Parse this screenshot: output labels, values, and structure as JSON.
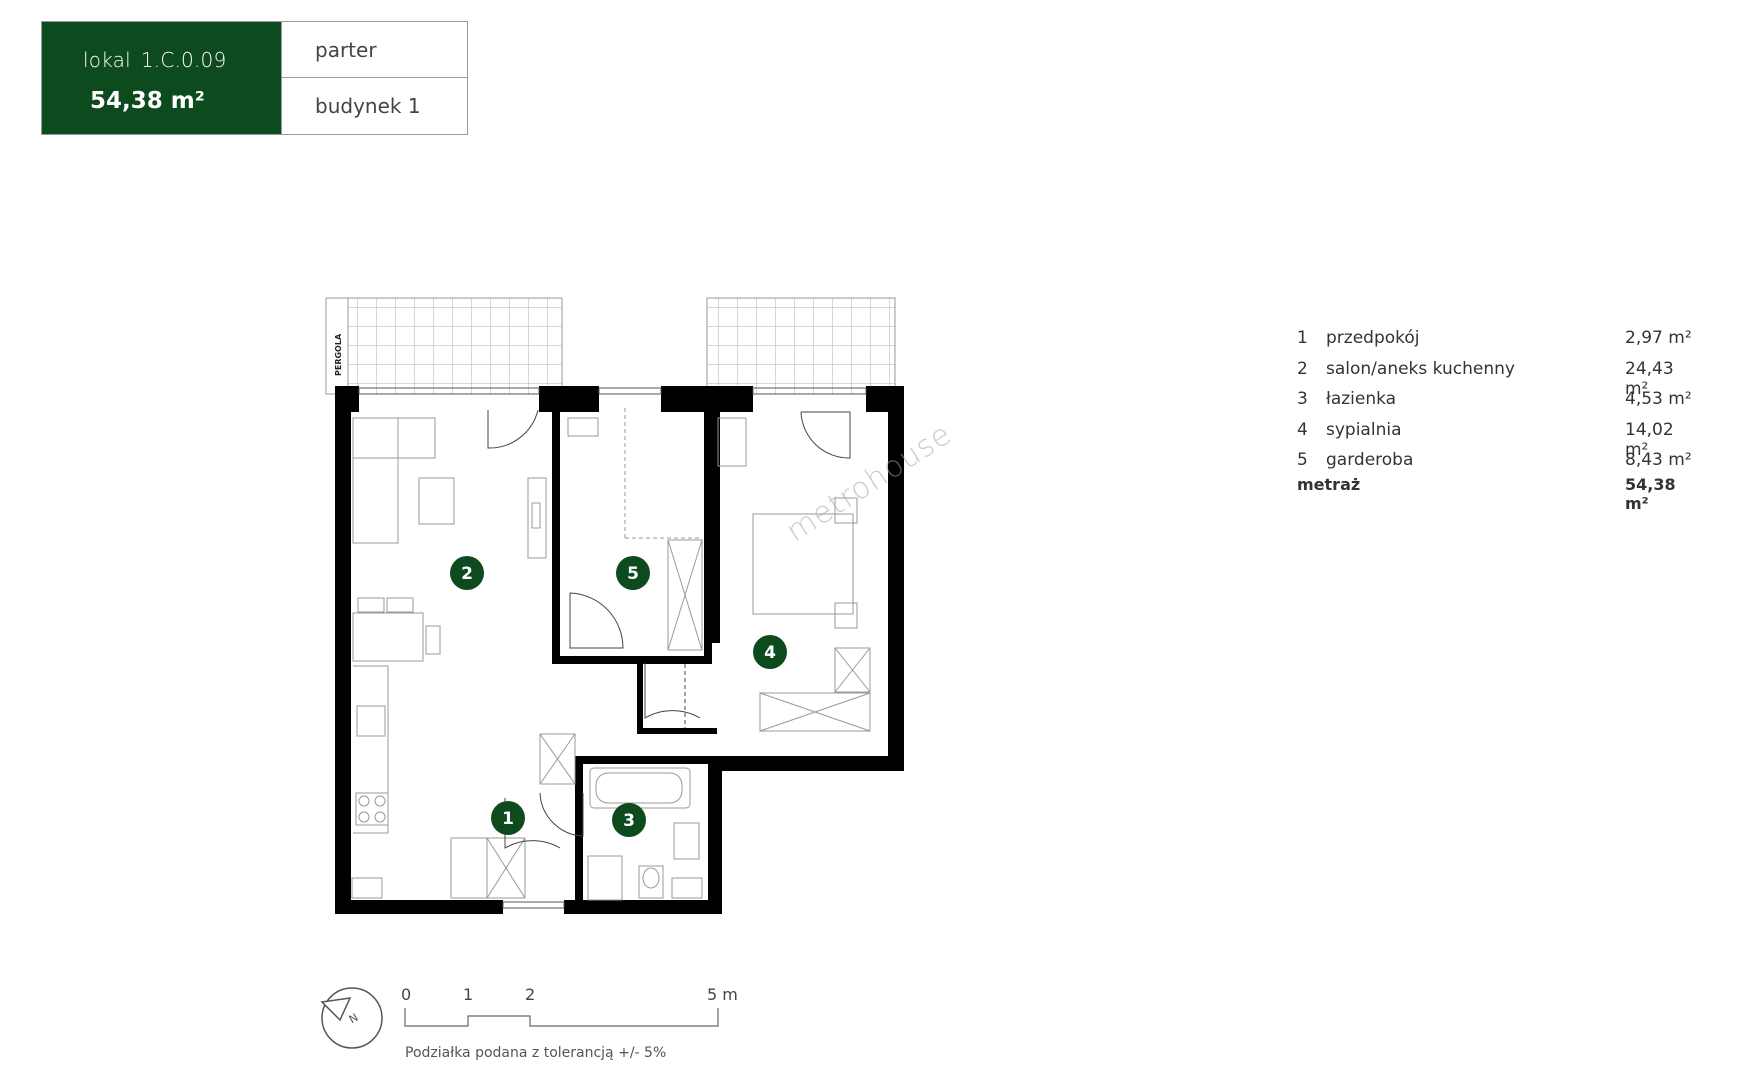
{
  "header": {
    "unit_prefix": "lokal",
    "unit_code": "1.C.0.09",
    "unit_area": "54,38 m²",
    "floor": "parter",
    "building": "budynek 1"
  },
  "plan": {
    "pergola_label": "PERGOLA",
    "rooms": [
      {
        "num": "1",
        "name": "przedpokój",
        "area": "2,97 m²"
      },
      {
        "num": "2",
        "name": "salon/aneks kuchenny",
        "area": "24,43 m²"
      },
      {
        "num": "3",
        "name": "łazienka",
        "area": "4,53 m²"
      },
      {
        "num": "4",
        "name": "sypialnia",
        "area": "14,02 m²"
      },
      {
        "num": "5",
        "name": "garderoba",
        "area": "8,43 m²"
      }
    ],
    "total_label": "metraż",
    "total_area": "54,38 m²",
    "colors": {
      "accent": "#0d4a1e",
      "wall": "#000000",
      "line": "#9a9a9a"
    }
  },
  "watermark": "metrohouse",
  "scale": {
    "ticks": [
      "0",
      "1",
      "2",
      "5 m"
    ],
    "note": "Podziałka podana z tolerancją +/- 5%"
  },
  "compass_icon": "north-arrow-icon"
}
